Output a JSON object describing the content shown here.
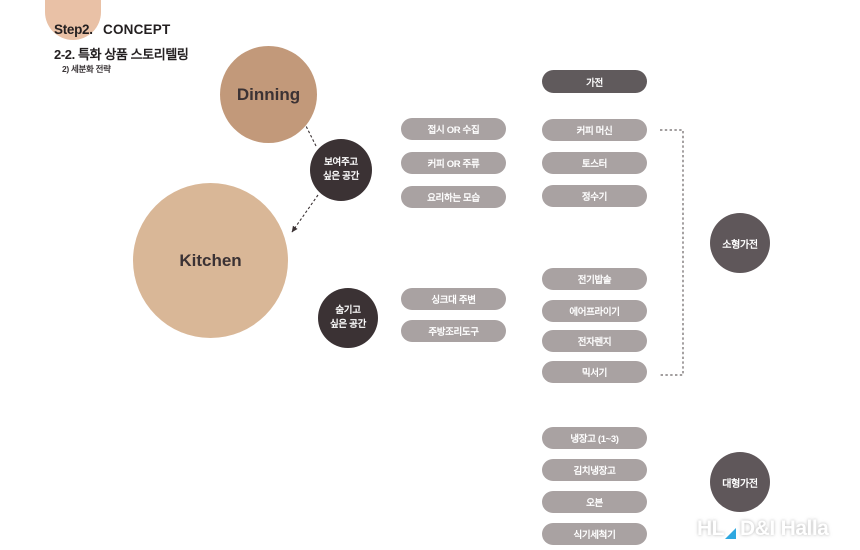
{
  "header": {
    "step": "Step2.",
    "concept": "CONCEPT",
    "subtitle": "2-2. 특화 상품 스토리텔링",
    "sub_subtitle": "2) 세분화 전략"
  },
  "space_circles": {
    "dinning": "Dinning",
    "kitchen": "Kitchen",
    "show_space": [
      "보여주고",
      "싶은 공간"
    ],
    "hide_space": [
      "숨기고",
      "싶은 공간"
    ]
  },
  "scene_pills": {
    "show": [
      "접시 OR 수집",
      "커피 OR 주류",
      "요리하는 모습"
    ],
    "hide": [
      "싱크대 주변",
      "주방조리도구"
    ]
  },
  "appliance": {
    "header": "가전",
    "group_top": [
      "커피 머신",
      "토스터",
      "정수기"
    ],
    "group_middle": [
      "전기밥솥",
      "에어프라이기",
      "전자렌지",
      "믹서기"
    ],
    "group_bottom": [
      "냉장고 (1~3)",
      "김치냉장고",
      "오븐",
      "식기세척기"
    ]
  },
  "categories": {
    "small": "소형가전",
    "large": "대형가전"
  },
  "logo": {
    "hl": "HL",
    "di": "D&I",
    "halla": "Halla"
  },
  "colors": {
    "tab": "#e9c1a6",
    "dinning": "#c2997a",
    "kitchen": "#d9b797",
    "dark_circle": "#3b3234",
    "gray_circle": "#5f575a",
    "pill": "#a9a2a2",
    "pill_head": "#605a5c",
    "logo_accent": "#2fa8e0"
  }
}
